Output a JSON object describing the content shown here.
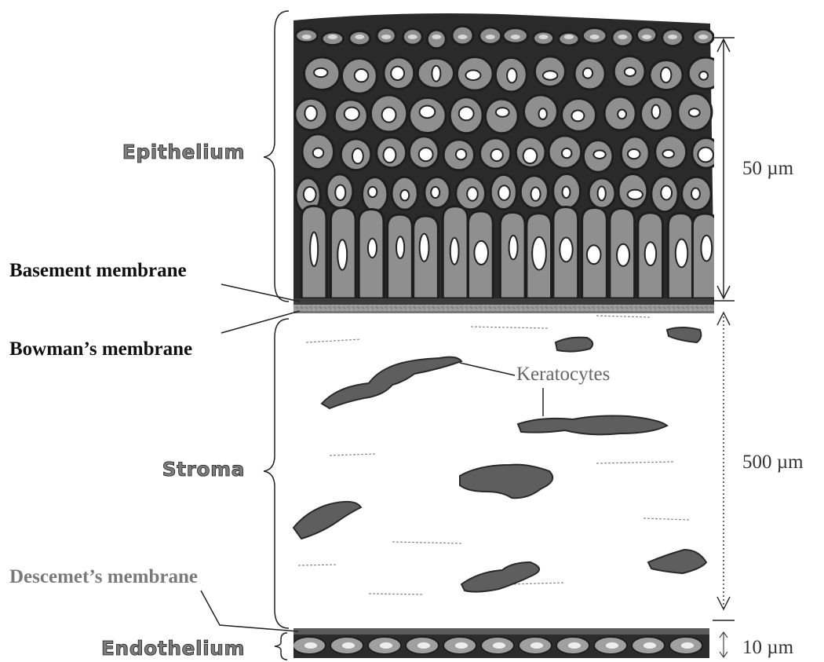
{
  "layers": {
    "epithelium": "Epithelium",
    "stroma": "Stroma",
    "endothelium": "Endothelium"
  },
  "membranes": {
    "basement": "Basement membrane",
    "bowman": "Bowman’s membrane",
    "descemet": "Descemet’s membrane"
  },
  "callouts": {
    "keratocytes": "Keratocytes"
  },
  "measurements": {
    "epithelium_thickness": "50 µm",
    "stroma_thickness": "500 µm",
    "endothelium_thickness": "10 µm"
  },
  "colors": {
    "cell_fill": "#8f8f8f",
    "cell_outline": "#1e1e1e",
    "nucleus": "#ffffff",
    "keratocyte": "#5e5e5e"
  }
}
